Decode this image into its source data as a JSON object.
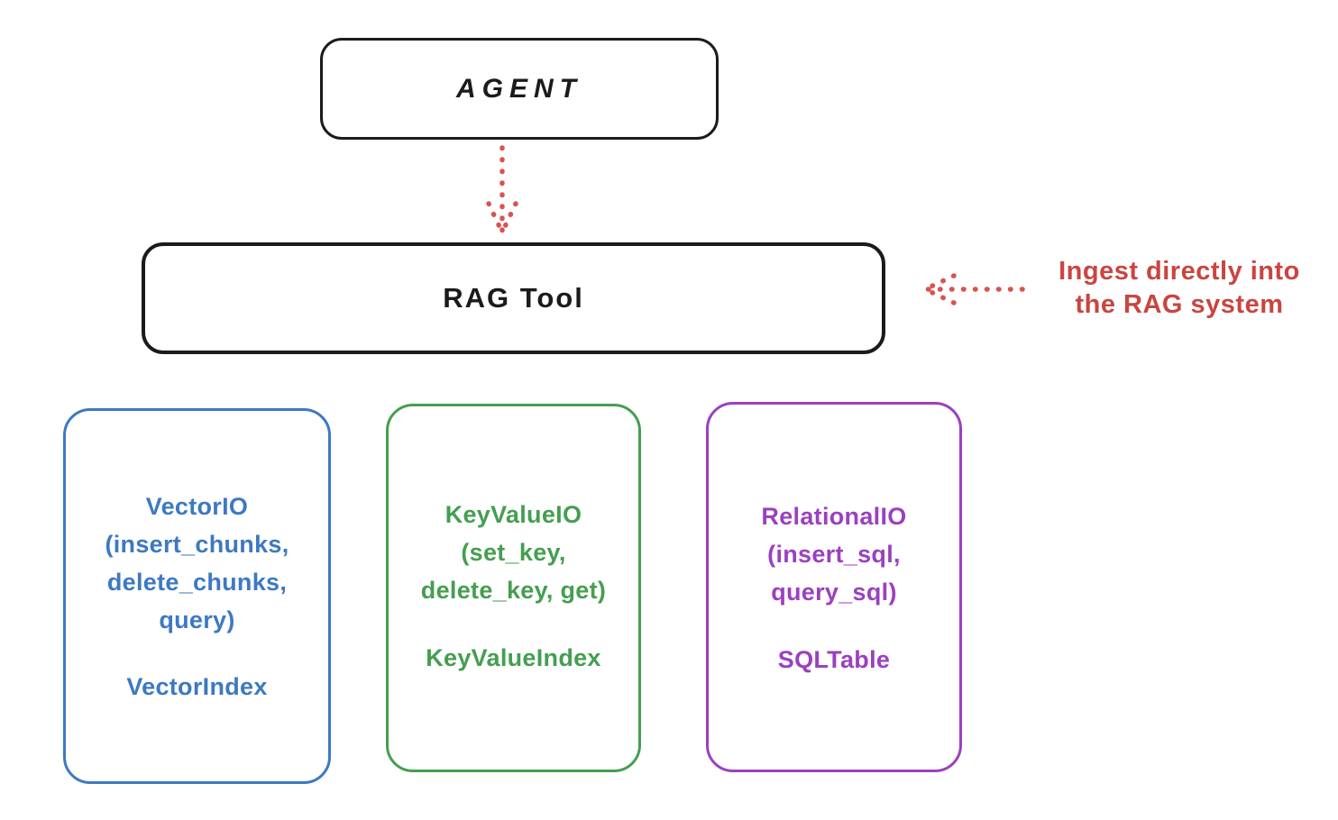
{
  "agent_box": {
    "label": "AGENT"
  },
  "rag_tool_box": {
    "label": "RAG Tool"
  },
  "arrows": {
    "agent_to_rag": {
      "style": "dotted",
      "direction": "down",
      "color": "#d9534f"
    },
    "ingest_into_rag": {
      "style": "dotted",
      "direction": "left",
      "color": "#d9534f"
    }
  },
  "ingest_annotation": {
    "text": "Ingest directly into\nthe RAG system",
    "color": "#c94540"
  },
  "io_boxes": [
    {
      "name": "vector-io",
      "color": "#3d79c2",
      "methods": "VectorIO\n(insert_chunks,\ndelete_chunks,\nquery)",
      "index_label": "VectorIndex"
    },
    {
      "name": "keyvalue-io",
      "color": "#459e50",
      "methods": "KeyValueIO\n(set_key,\ndelete_key, get)",
      "index_label": "KeyValueIndex"
    },
    {
      "name": "relational-io",
      "color": "#9b40c0",
      "methods": "RelationalIO\n(insert_sql,\nquery_sql)",
      "index_label": "SQLTable"
    }
  ],
  "colors": {
    "box_stroke": "#1b1b1b",
    "background": "#ffffff",
    "arrow_red": "#d9534f",
    "annotation_red": "#c94540",
    "vector_blue": "#3d79c2",
    "keyvalue_green": "#459e50",
    "relational_purple": "#9b40c0"
  }
}
